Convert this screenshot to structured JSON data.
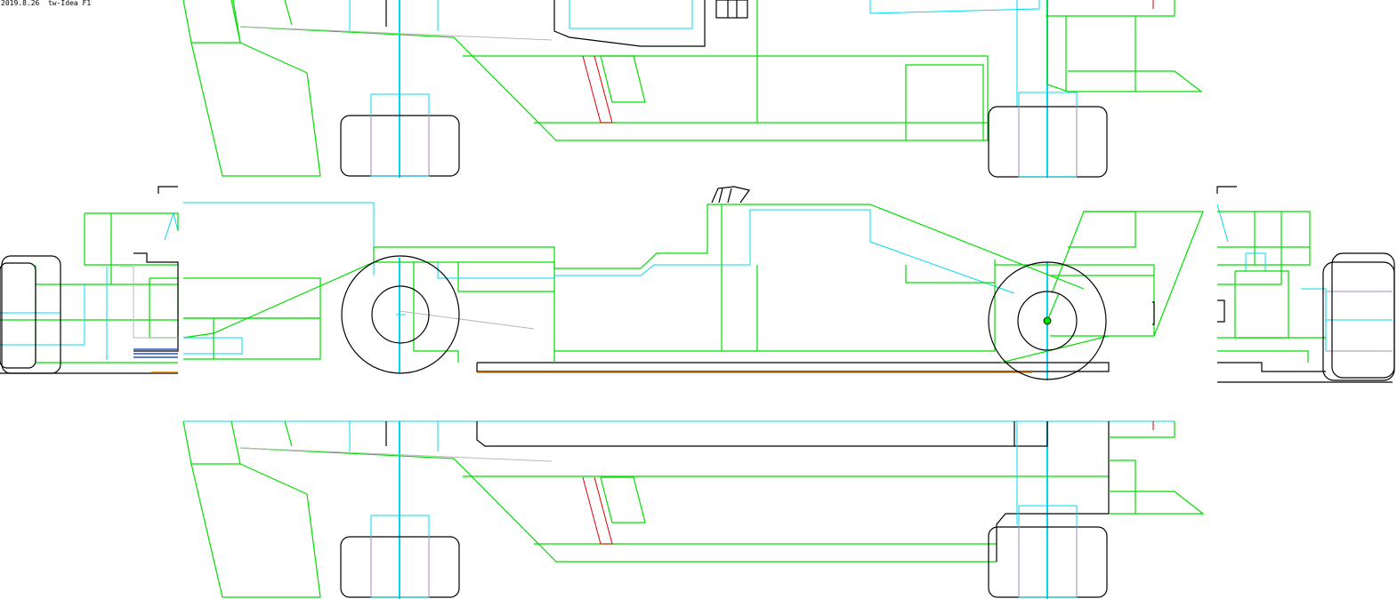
{
  "header": {
    "stamp": "2019.8.26  tw-Idea F1"
  },
  "palette": {
    "outline": "#00dd00",
    "centerline": "#00d8f0",
    "body": "#000000",
    "detail_red": "#e00000",
    "wheel_hub": "#a08cb0",
    "floor_stripe": "#e07800"
  },
  "views": [
    "top-view",
    "side-view",
    "front-view",
    "rear-view",
    "bottom-view"
  ]
}
